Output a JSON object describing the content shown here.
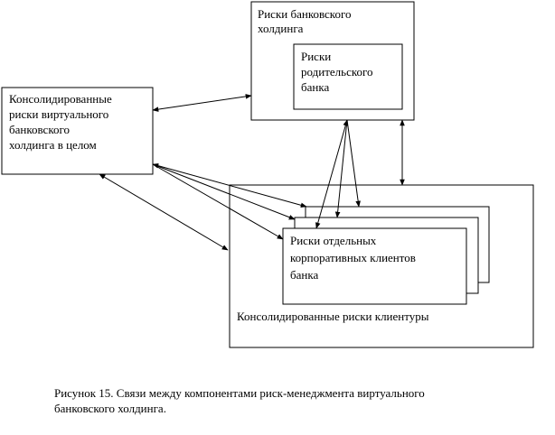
{
  "diagram": {
    "nodes": {
      "holding": {
        "lines": [
          "Риски банковского",
          "холдинга"
        ]
      },
      "parent_bank": {
        "lines": [
          "Риски",
          "родительского",
          "банка"
        ]
      },
      "consolidated_virtual": {
        "lines": [
          "Консолидированные",
          "риски виртуального",
          "банковского",
          "холдинга в целом"
        ]
      },
      "client_risks": {
        "lines": [
          "Риски отдельных",
          "корпоративных клиентов",
          "банка"
        ]
      },
      "clientele": {
        "lines": [
          "Консолидированные риски клиентуры"
        ]
      }
    }
  },
  "caption": {
    "lines": [
      "Рисунок 15. Связи между компонентами риск-менеджмента виртуального",
      "банковского холдинга."
    ]
  }
}
